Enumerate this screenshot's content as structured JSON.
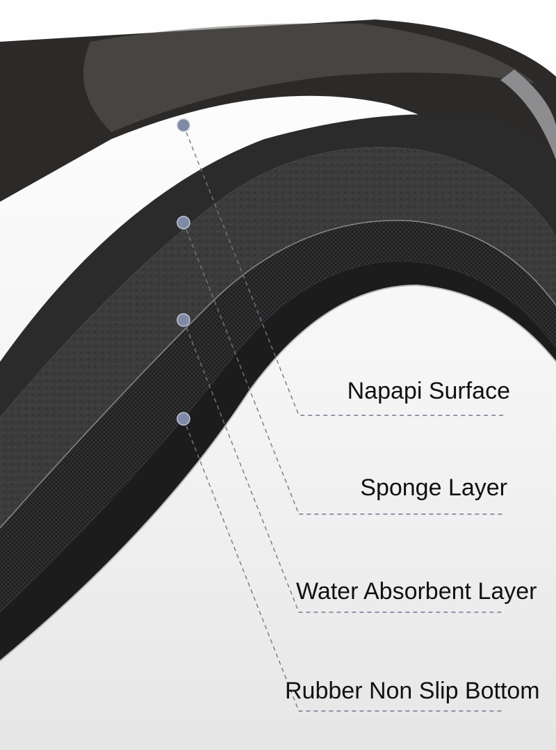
{
  "layers": [
    {
      "name": "Napapi Surface"
    },
    {
      "name": "Sponge Layer"
    },
    {
      "name": "Water Absorbent Layer"
    },
    {
      "name": "Rubber Non Slip Bottom"
    }
  ],
  "colors": {
    "background": "#ffffff",
    "marker": "#7f8aa6",
    "leader_line": "#6f7890",
    "label_text": "#111111",
    "surface_layer": "#2b2b2c",
    "sponge_layer": "#3a3a3b",
    "absorbent_layer": "#232324",
    "rubber_layer": "#1c1c1d"
  }
}
